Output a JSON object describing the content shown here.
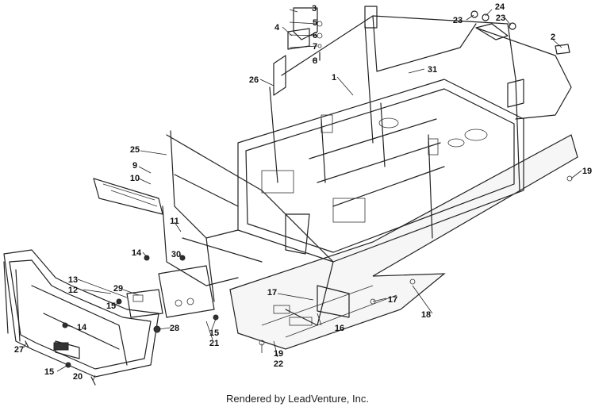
{
  "footer": "Rendered by LeadVenture, Inc.",
  "callouts": [
    "1",
    "2",
    "3",
    "4",
    "5",
    "6",
    "7",
    "8",
    "9",
    "10",
    "11",
    "12",
    "13",
    "14",
    "14",
    "15",
    "15",
    "15",
    "15",
    "16",
    "17",
    "17",
    "18",
    "19",
    "19",
    "20",
    "21",
    "22",
    "23",
    "23",
    "24",
    "25",
    "26",
    "27",
    "28",
    "29",
    "30",
    "31"
  ],
  "colors": {
    "line": "#222222",
    "background": "#ffffff"
  }
}
